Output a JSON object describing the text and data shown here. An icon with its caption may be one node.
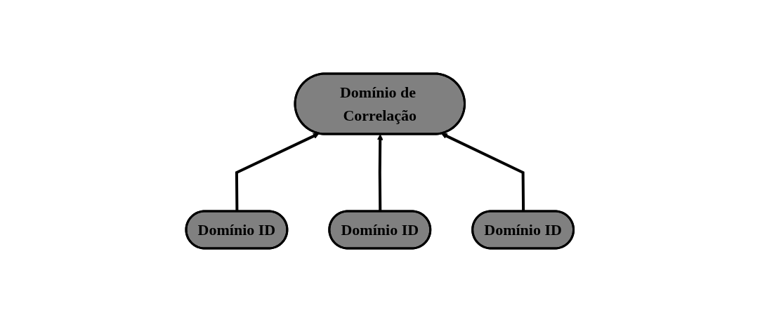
{
  "diagram": {
    "nodes": [
      {
        "text": [
          "Domínio de Correlação"
        ]
      },
      {
        "text": [
          "Domínio ID"
        ]
      },
      {
        "text": [
          "Domínio ID"
        ]
      },
      {
        "text": [
          "Domínio ID"
        ]
      }
    ],
    "edges": [
      {
        "from": 1,
        "to": 0,
        "arrow": "to"
      },
      {
        "from": 2,
        "to": 0,
        "arrow": "to"
      },
      {
        "from": 3,
        "to": 0,
        "arrow": "to"
      }
    ]
  }
}
